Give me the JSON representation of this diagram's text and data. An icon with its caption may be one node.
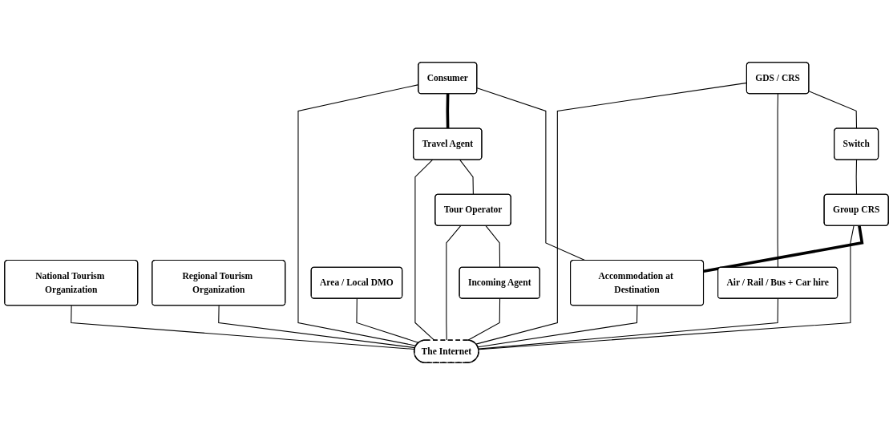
{
  "diagram": {
    "nodes": [
      {
        "text": [
          "Consumer"
        ]
      },
      {
        "text": [
          "Travel Agent"
        ]
      },
      {
        "text": [
          "GDS / CRS"
        ]
      },
      {
        "text": [
          "National Tourism Organization"
        ]
      },
      {
        "text": [
          "Tour Operator"
        ]
      },
      {
        "text": [
          "Regional Tourism Organization"
        ]
      },
      {
        "text": [
          "The Internet"
        ]
      },
      {
        "text": [
          "Incoming Agent"
        ]
      },
      {
        "text": [
          "Switch"
        ]
      },
      {
        "text": [
          "Area / Local DMO"
        ]
      },
      {
        "text": [
          "Group CRS"
        ]
      },
      {
        "text": [
          "Accommodation at Destination"
        ]
      },
      {
        "text": [
          "Air / Rail / Bus + Car hire"
        ]
      }
    ],
    "edges": [
      {
        "from": 0,
        "to": 6,
        "arrow": "none"
      },
      {
        "from": 1,
        "to": 6,
        "arrow": "none"
      },
      {
        "from": 2,
        "to": 6,
        "arrow": "none"
      },
      {
        "from": 3,
        "to": 6,
        "arrow": "none"
      },
      {
        "from": 4,
        "to": 6,
        "arrow": "none"
      },
      {
        "from": 5,
        "to": 6,
        "arrow": "none"
      },
      {
        "from": 7,
        "to": 6,
        "arrow": "none"
      },
      {
        "from": 9,
        "to": 6,
        "arrow": "none"
      },
      {
        "from": 10,
        "to": 6,
        "arrow": "none"
      },
      {
        "from": 11,
        "to": 6,
        "arrow": "none"
      },
      {
        "from": 12,
        "to": 6,
        "arrow": "none"
      },
      {
        "from": 0,
        "to": 1,
        "arrow": "none",
        "style": "thick"
      },
      {
        "from": 0,
        "to": 11,
        "arrow": "none"
      },
      {
        "from": 1,
        "to": 4,
        "arrow": "none"
      },
      {
        "from": 2,
        "to": 12,
        "arrow": "none"
      },
      {
        "from": 2,
        "to": 8,
        "arrow": "none"
      },
      {
        "from": 4,
        "to": 7,
        "arrow": "none"
      },
      {
        "from": 8,
        "to": 10,
        "arrow": "none"
      },
      {
        "from": 10,
        "to": 11,
        "arrow": "none",
        "style": "thick"
      }
    ]
  }
}
